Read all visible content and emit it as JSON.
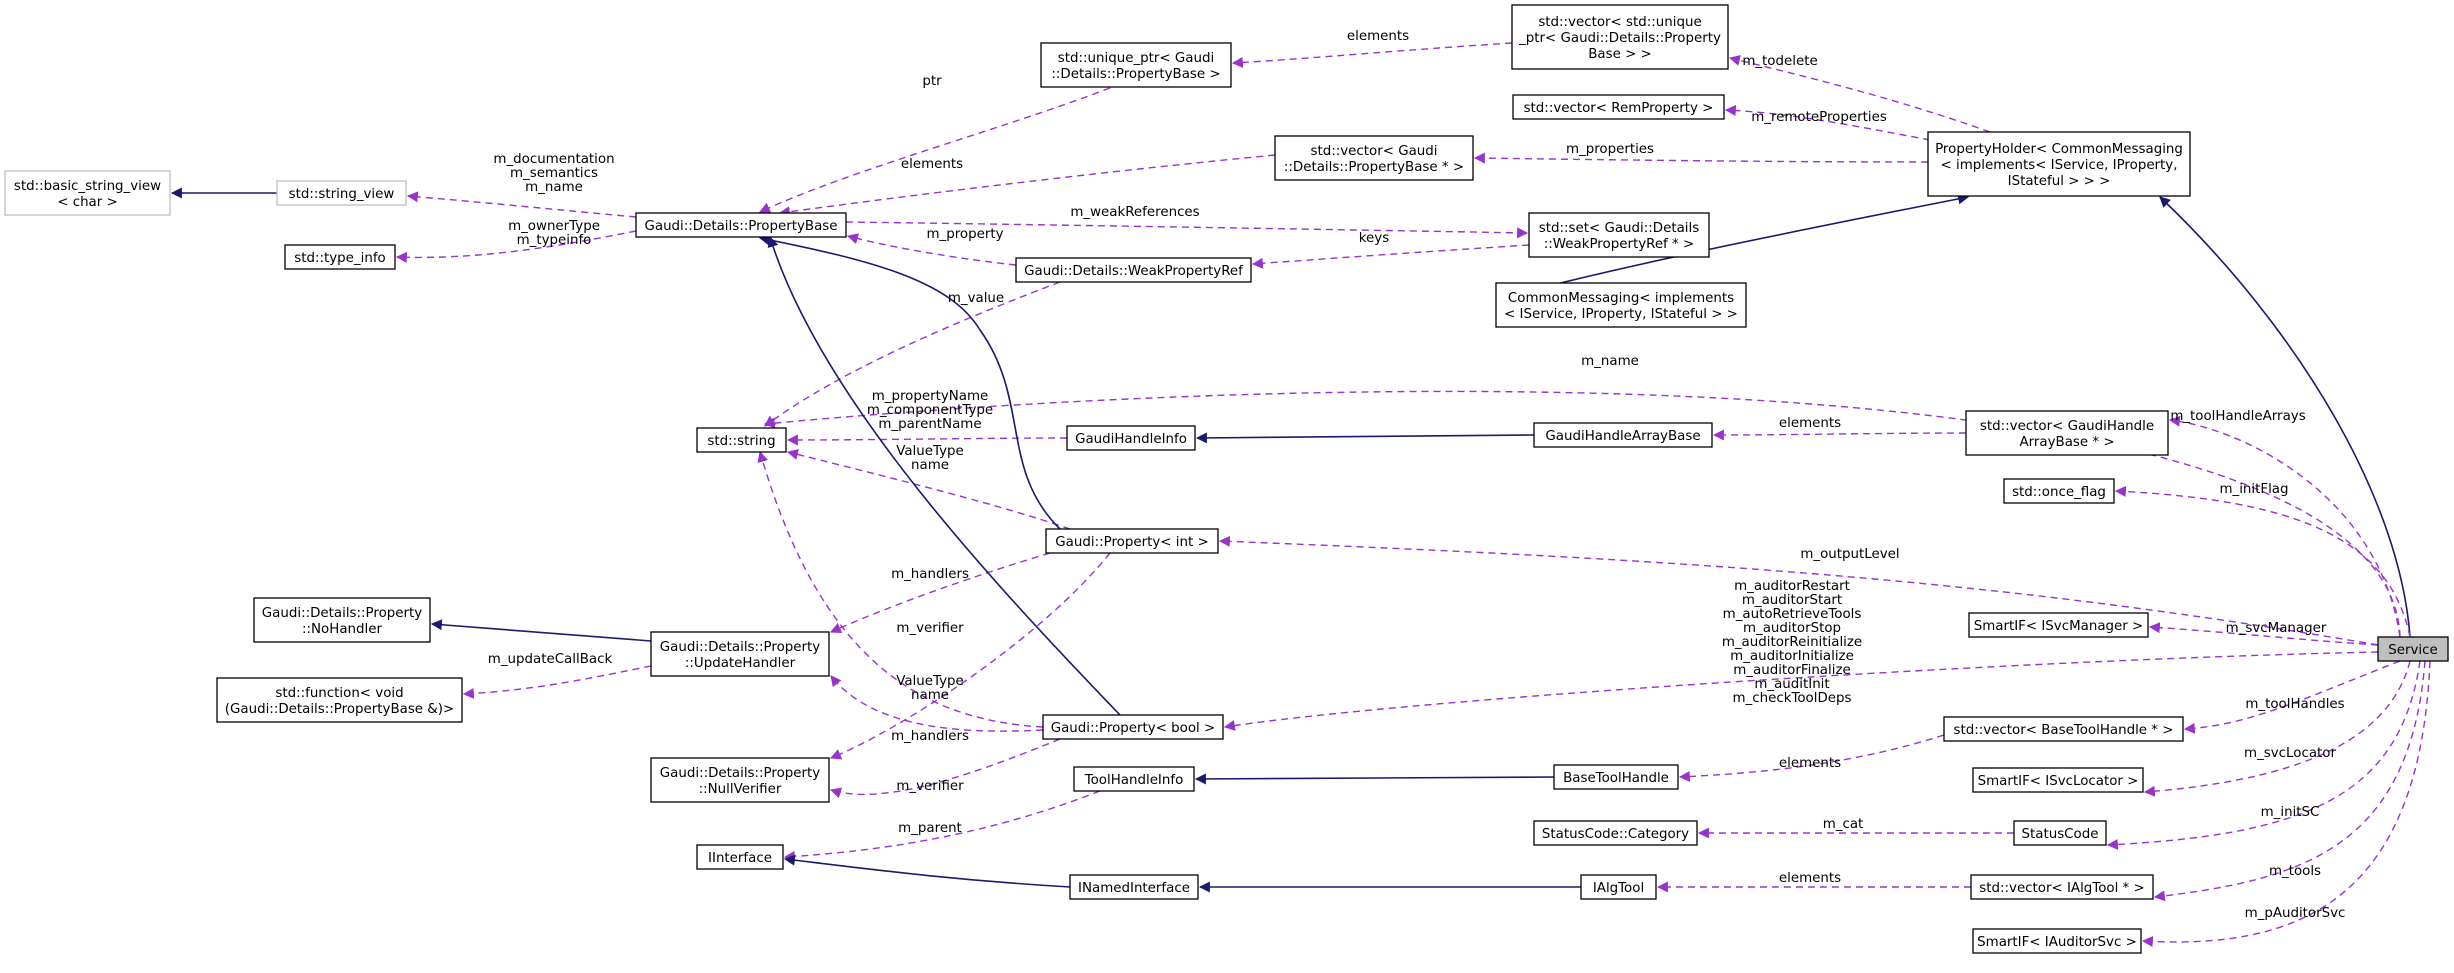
{
  "nodes": [
    {
      "id": "basic_string_view",
      "lines": [
        "std::basic_string_view",
        "< char >"
      ],
      "style": "grey"
    },
    {
      "id": "string_view",
      "lines": [
        "std::string_view"
      ],
      "style": "grey"
    },
    {
      "id": "type_info",
      "lines": [
        "std::type_info"
      ],
      "style": "normal"
    },
    {
      "id": "PropertyBase",
      "lines": [
        "Gaudi::Details::PropertyBase"
      ],
      "style": "normal"
    },
    {
      "id": "unique_ptr",
      "lines": [
        "std::unique_ptr< Gaudi",
        "::Details::PropertyBase >"
      ],
      "style": "normal"
    },
    {
      "id": "vector_unique_ptr",
      "lines": [
        "std::vector< std::unique",
        "_ptr< Gaudi::Details::Property",
        "Base > >"
      ],
      "style": "normal"
    },
    {
      "id": "vector_RemProperty",
      "lines": [
        "std::vector< RemProperty >"
      ],
      "style": "normal"
    },
    {
      "id": "vector_PropertyBase_ptr",
      "lines": [
        "std::vector< Gaudi",
        "::Details::PropertyBase * >"
      ],
      "style": "normal"
    },
    {
      "id": "PropertyHolder",
      "lines": [
        "PropertyHolder< CommonMessaging",
        "< implements< IService, IProperty,",
        "IStateful > > >"
      ],
      "style": "normal"
    },
    {
      "id": "set_WeakPropertyRef",
      "lines": [
        "std::set< Gaudi::Details",
        "::WeakPropertyRef * >"
      ],
      "style": "normal"
    },
    {
      "id": "WeakPropertyRef",
      "lines": [
        "Gaudi::Details::WeakPropertyRef"
      ],
      "style": "normal"
    },
    {
      "id": "CommonMessaging",
      "lines": [
        "CommonMessaging< implements",
        "< IService, IProperty, IStateful > >"
      ],
      "style": "normal"
    },
    {
      "id": "std_string",
      "lines": [
        "std::string"
      ],
      "style": "normal"
    },
    {
      "id": "GaudiHandleInfo",
      "lines": [
        "GaudiHandleInfo"
      ],
      "style": "normal"
    },
    {
      "id": "GaudiHandleArrayBase",
      "lines": [
        "GaudiHandleArrayBase"
      ],
      "style": "normal"
    },
    {
      "id": "vector_GaudiHandleArrayBase",
      "lines": [
        "std::vector< GaudiHandle",
        "ArrayBase * >"
      ],
      "style": "normal"
    },
    {
      "id": "once_flag",
      "lines": [
        "std::once_flag"
      ],
      "style": "normal"
    },
    {
      "id": "Property_int",
      "lines": [
        "Gaudi::Property< int >"
      ],
      "style": "normal"
    },
    {
      "id": "NoHandler",
      "lines": [
        "Gaudi::Details::Property",
        "::NoHandler"
      ],
      "style": "normal"
    },
    {
      "id": "UpdateHandler",
      "lines": [
        "Gaudi::Details::Property",
        "::UpdateHandler"
      ],
      "style": "normal"
    },
    {
      "id": "std_function",
      "lines": [
        "std::function< void",
        "(Gaudi::Details::PropertyBase &)>"
      ],
      "style": "normal"
    },
    {
      "id": "SmartIF_ISvcManager",
      "lines": [
        "SmartIF< ISvcManager >"
      ],
      "style": "normal"
    },
    {
      "id": "Service",
      "lines": [
        "Service"
      ],
      "style": "highlight"
    },
    {
      "id": "Property_bool",
      "lines": [
        "Gaudi::Property< bool >"
      ],
      "style": "normal"
    },
    {
      "id": "vector_BaseToolHandle",
      "lines": [
        "std::vector< BaseToolHandle * >"
      ],
      "style": "normal"
    },
    {
      "id": "NullVerifier",
      "lines": [
        "Gaudi::Details::Property",
        "::NullVerifier"
      ],
      "style": "normal"
    },
    {
      "id": "ToolHandleInfo",
      "lines": [
        "ToolHandleInfo"
      ],
      "style": "normal"
    },
    {
      "id": "BaseToolHandle",
      "lines": [
        "BaseToolHandle"
      ],
      "style": "normal"
    },
    {
      "id": "SmartIF_ISvcLocator",
      "lines": [
        "SmartIF< ISvcLocator >"
      ],
      "style": "normal"
    },
    {
      "id": "StatusCode_Category",
      "lines": [
        "StatusCode::Category"
      ],
      "style": "normal"
    },
    {
      "id": "StatusCode",
      "lines": [
        "StatusCode"
      ],
      "style": "normal"
    },
    {
      "id": "IInterface",
      "lines": [
        "IInterface"
      ],
      "style": "normal"
    },
    {
      "id": "INamedInterface",
      "lines": [
        "INamedInterface"
      ],
      "style": "normal"
    },
    {
      "id": "IAlgTool",
      "lines": [
        "IAlgTool"
      ],
      "style": "normal"
    },
    {
      "id": "vector_IAlgTool",
      "lines": [
        "std::vector< IAlgTool * >"
      ],
      "style": "normal"
    },
    {
      "id": "SmartIF_IAuditorSvc",
      "lines": [
        "SmartIF< IAuditorSvc >"
      ],
      "style": "normal"
    }
  ],
  "edges": [
    {
      "kind": "inheritance",
      "from": "string_view",
      "to": "basic_string_view"
    },
    {
      "kind": "usage",
      "from": "PropertyBase",
      "to": "string_view",
      "label": [
        "m_documentation",
        "m_semantics",
        "m_name"
      ]
    },
    {
      "kind": "usage",
      "from": "PropertyBase",
      "to": "type_info",
      "label": [
        "m_ownerType",
        "m_typeinfo"
      ]
    },
    {
      "kind": "usage",
      "from": "unique_ptr",
      "to": "PropertyBase",
      "label": [
        "ptr"
      ]
    },
    {
      "kind": "usage",
      "from": "vector_unique_ptr",
      "to": "unique_ptr",
      "label": [
        "elements"
      ]
    },
    {
      "kind": "usage",
      "from": "PropertyHolder",
      "to": "vector_unique_ptr",
      "label": [
        "m_todelete"
      ]
    },
    {
      "kind": "usage",
      "from": "PropertyHolder",
      "to": "vector_RemProperty",
      "label": [
        "m_remoteProperties"
      ]
    },
    {
      "kind": "usage",
      "from": "PropertyHolder",
      "to": "vector_PropertyBase_ptr",
      "label": [
        "m_properties"
      ]
    },
    {
      "kind": "usage",
      "from": "vector_PropertyBase_ptr",
      "to": "PropertyBase",
      "label": [
        "elements"
      ]
    },
    {
      "kind": "usage",
      "from": "PropertyBase",
      "to": "set_WeakPropertyRef",
      "label": [
        "m_weakReferences"
      ]
    },
    {
      "kind": "usage",
      "from": "set_WeakPropertyRef",
      "to": "WeakPropertyRef",
      "label": [
        "keys"
      ]
    },
    {
      "kind": "usage",
      "from": "WeakPropertyRef",
      "to": "PropertyBase",
      "label": [
        "m_property"
      ]
    },
    {
      "kind": "usage",
      "from": "WeakPropertyRef",
      "to": "std_string",
      "label": [
        "m_value"
      ]
    },
    {
      "kind": "inheritance",
      "from": "CommonMessaging",
      "to": "PropertyHolder"
    },
    {
      "kind": "inheritance",
      "from": "Service",
      "to": "PropertyHolder"
    },
    {
      "kind": "usage",
      "from": "Service",
      "to": "std_string",
      "label": [
        "m_name"
      ]
    },
    {
      "kind": "usage",
      "from": "GaudiHandleInfo",
      "to": "std_string",
      "label": [
        "m_propertyName",
        "m_componentType",
        "m_parentName"
      ]
    },
    {
      "kind": "inheritance",
      "from": "GaudiHandleArrayBase",
      "to": "GaudiHandleInfo"
    },
    {
      "kind": "usage",
      "from": "vector_GaudiHandleArrayBase",
      "to": "GaudiHandleArrayBase",
      "label": [
        "elements"
      ]
    },
    {
      "kind": "usage",
      "from": "Service",
      "to": "vector_GaudiHandleArrayBase",
      "label": [
        "m_toolHandleArrays"
      ]
    },
    {
      "kind": "usage",
      "from": "Service",
      "to": "once_flag",
      "label": [
        "m_initFlag"
      ]
    },
    {
      "kind": "usage",
      "from": "Property_int",
      "to": "std_string",
      "label": [
        "ValueType",
        "name"
      ]
    },
    {
      "kind": "inheritance",
      "from": "Property_int",
      "to": "PropertyBase"
    },
    {
      "kind": "usage",
      "from": "Service",
      "to": "Property_int",
      "label": [
        "m_outputLevel"
      ]
    },
    {
      "kind": "usage",
      "from": "Property_int",
      "to": "UpdateHandler",
      "label": [
        "m_handlers"
      ]
    },
    {
      "kind": "usage",
      "from": "Property_int",
      "to": "NullVerifier",
      "label": [
        "m_verifier"
      ]
    },
    {
      "kind": "inheritance",
      "from": "UpdateHandler",
      "to": "NoHandler"
    },
    {
      "kind": "usage",
      "from": "UpdateHandler",
      "to": "std_function",
      "label": [
        "m_updateCallBack"
      ]
    },
    {
      "kind": "usage",
      "from": "Service",
      "to": "SmartIF_ISvcManager",
      "label": [
        "m_svcManager"
      ]
    },
    {
      "kind": "usage",
      "from": "Service",
      "to": "Property_bool",
      "label": [
        "m_auditorRestart",
        "m_auditorStart",
        "m_autoRetrieveTools",
        "m_auditorStop",
        "m_auditorReinitialize",
        "m_auditorInitialize",
        "m_auditorFinalize",
        "m_auditInit",
        "m_checkToolDeps"
      ]
    },
    {
      "kind": "inheritance",
      "from": "Property_bool",
      "to": "PropertyBase"
    },
    {
      "kind": "usage",
      "from": "Property_bool",
      "to": "std_string",
      "label": [
        "ValueType",
        "name"
      ]
    },
    {
      "kind": "usage",
      "from": "Property_bool",
      "to": "UpdateHandler",
      "label": [
        "m_handlers"
      ]
    },
    {
      "kind": "usage",
      "from": "Property_bool",
      "to": "NullVerifier",
      "label": [
        "m_verifier"
      ]
    },
    {
      "kind": "usage",
      "from": "Service",
      "to": "vector_BaseToolHandle",
      "label": [
        "m_toolHandles"
      ]
    },
    {
      "kind": "usage",
      "from": "vector_BaseToolHandle",
      "to": "BaseToolHandle",
      "label": [
        "elements"
      ]
    },
    {
      "kind": "inheritance",
      "from": "BaseToolHandle",
      "to": "ToolHandleInfo"
    },
    {
      "kind": "usage",
      "from": "ToolHandleInfo",
      "to": "IInterface",
      "label": [
        "m_parent"
      ]
    },
    {
      "kind": "usage",
      "from": "Service",
      "to": "SmartIF_ISvcLocator",
      "label": [
        "m_svcLocator"
      ]
    },
    {
      "kind": "usage",
      "from": "StatusCode",
      "to": "StatusCode_Category",
      "label": [
        "m_cat"
      ]
    },
    {
      "kind": "usage",
      "from": "Service",
      "to": "StatusCode",
      "label": [
        "m_initSC"
      ]
    },
    {
      "kind": "inheritance",
      "from": "INamedInterface",
      "to": "IInterface"
    },
    {
      "kind": "inheritance",
      "from": "IAlgTool",
      "to": "INamedInterface"
    },
    {
      "kind": "usage",
      "from": "vector_IAlgTool",
      "to": "IAlgTool",
      "label": [
        "elements"
      ]
    },
    {
      "kind": "usage",
      "from": "Service",
      "to": "vector_IAlgTool",
      "label": [
        "m_tools"
      ]
    },
    {
      "kind": "usage",
      "from": "Service",
      "to": "SmartIF_IAuditorSvc",
      "label": [
        "m_pAuditorSvc"
      ]
    }
  ],
  "colors": {
    "usage_edge": "#9a32cd",
    "inheritance_edge": "#191970",
    "grey_border": "#bfbfbf",
    "highlight_fill": "#bfbfbf"
  }
}
